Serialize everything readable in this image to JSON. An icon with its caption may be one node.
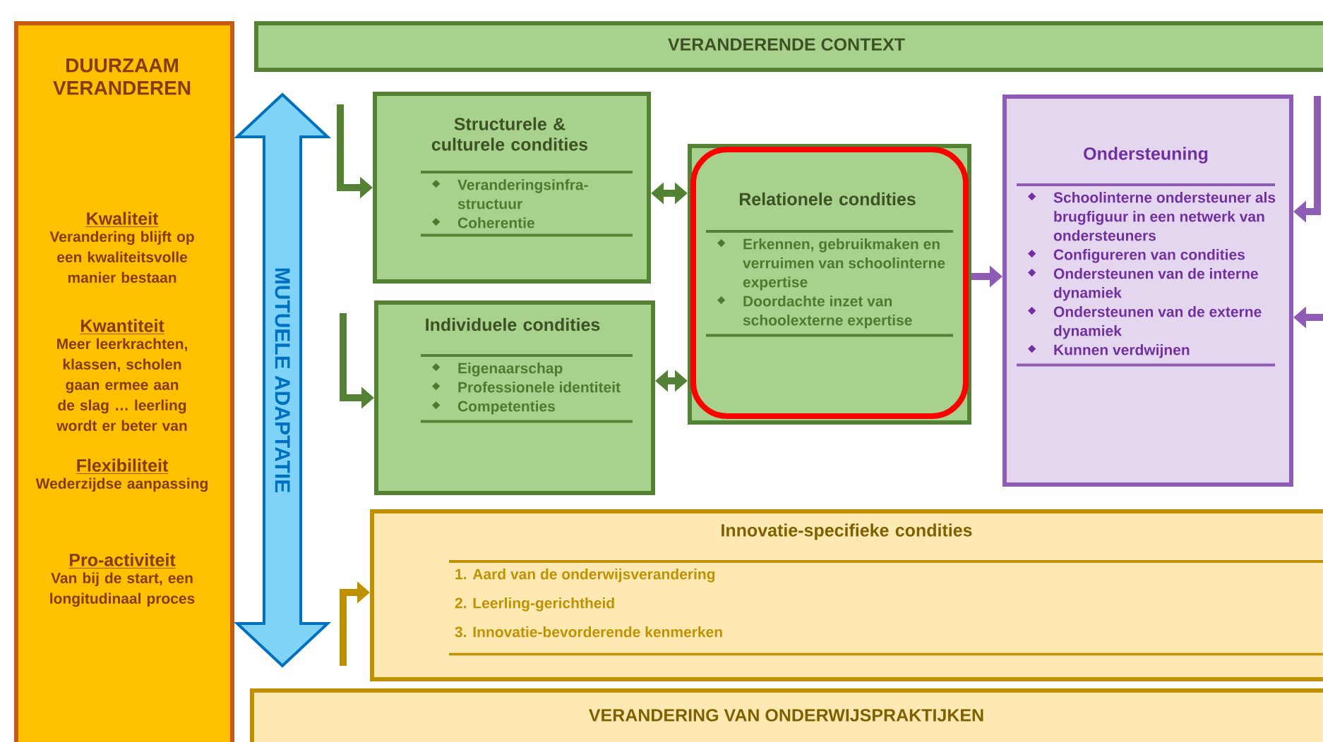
{
  "diagram": {
    "nodes": [
      {
        "text": [
          "DUURZAAM VERANDEREN",
          "Kwaliteit",
          "Verandering blijft op een kwaliteitsvolle manier bestaan",
          "Kwantiteit",
          "Meer leerkrachten, klassen, scholen gaan ermee aan de slag … leerling wordt er beter van",
          "Flexibiliteit",
          "Wederzijdse aanpassing",
          "Pro-activiteit",
          "Van bij de start, een longitudinaal proces"
        ]
      },
      {
        "text": [
          "VERANDERENDE CONTEXT"
        ]
      },
      {
        "text": [
          "Structurele & culturele condities",
          "Veranderingsinfra-structuur",
          "Coherentie"
        ]
      },
      {
        "text": [
          "Individuele condities",
          "Eigenaarschap",
          "Professionele identiteit",
          "Competenties"
        ]
      },
      {
        "text": [
          "Relationele condities",
          "Erkennen, gebruikmaken en verruimen van schoolinterne expertise",
          "Doordachte inzet van schoolexterne expertise"
        ]
      },
      {
        "text": [
          "Ondersteuning",
          "Schoolinterne ondersteuner als brugfiguur in een netwerk van ondersteuners",
          "Configureren van condities",
          "Ondersteunen van de interne dynamiek",
          "Ondersteunen van de externe dynamiek",
          "Kunnen verdwijnen"
        ]
      },
      {
        "text": [
          "Innovatie-specifieke condities",
          "1. Aard van de onderwijsverandering",
          "2. Leerling-gerichtheid",
          "3. Innovatie-bevorderende kenmerken"
        ]
      },
      {
        "text": [
          "VERANDERING VAN ONDERWIJSPRAKTIJKEN"
        ]
      }
    ],
    "edges": [
      {
        "from": 1,
        "to": 7,
        "arrow": "both",
        "label": "MUTUELE ADAPTATIE",
        "style": "thick",
        "color": "#0070c0"
      },
      {
        "from": null,
        "to": 2,
        "arrow": "to"
      },
      {
        "from": null,
        "to": 3,
        "arrow": "to"
      },
      {
        "from": 2,
        "to": 4,
        "arrow": "both"
      },
      {
        "from": 3,
        "to": 4,
        "arrow": "both"
      },
      {
        "from": 4,
        "to": 5,
        "arrow": "to",
        "color": "#8e5bb5"
      },
      {
        "from": null,
        "to": 5,
        "arrow": "to",
        "color": "#8e5bb5"
      },
      {
        "from": null,
        "to": 5,
        "arrow": "to",
        "color": "#8e5bb5"
      },
      {
        "from": null,
        "to": 6,
        "arrow": "to",
        "color": "#bf9000"
      }
    ]
  }
}
